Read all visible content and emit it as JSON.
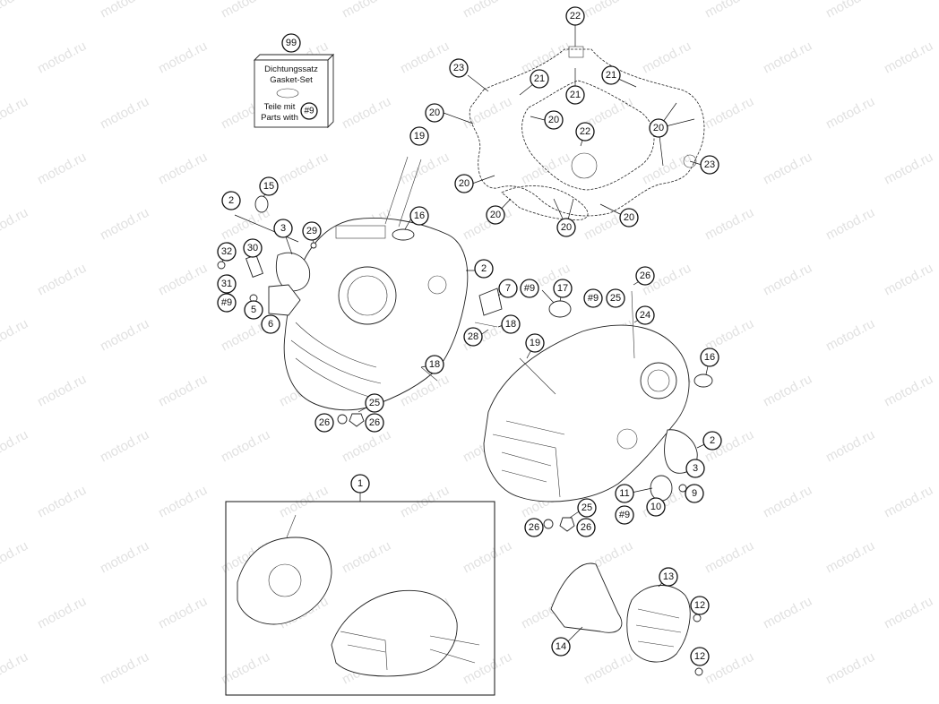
{
  "watermark": "motod.ru",
  "gasket_kit": {
    "number": "99",
    "line1": "Dichtungssatz",
    "line2": "Gasket-Set",
    "line3": "Teile mit",
    "line4": "Parts with",
    "ref": "#9"
  },
  "callouts": [
    {
      "id": "c-22-top",
      "label": "22"
    },
    {
      "id": "c-23-left",
      "label": "23"
    },
    {
      "id": "c-21-a",
      "label": "21"
    },
    {
      "id": "c-21-b",
      "label": "21"
    },
    {
      "id": "c-21-c",
      "label": "21"
    },
    {
      "id": "c-20-a",
      "label": "20"
    },
    {
      "id": "c-20-b",
      "label": "20"
    },
    {
      "id": "c-22-mid",
      "label": "22"
    },
    {
      "id": "c-20-c",
      "label": "20"
    },
    {
      "id": "c-23-right",
      "label": "23"
    },
    {
      "id": "c-19-top",
      "label": "19"
    },
    {
      "id": "c-20-d",
      "label": "20"
    },
    {
      "id": "c-20-e",
      "label": "20"
    },
    {
      "id": "c-20-f",
      "label": "20"
    },
    {
      "id": "c-20-g",
      "label": "20"
    },
    {
      "id": "c-2-left",
      "label": "2"
    },
    {
      "id": "c-15",
      "label": "15"
    },
    {
      "id": "c-16-left",
      "label": "16"
    },
    {
      "id": "c-3-left",
      "label": "3"
    },
    {
      "id": "c-29",
      "label": "29"
    },
    {
      "id": "c-32",
      "label": "32"
    },
    {
      "id": "c-30",
      "label": "30"
    },
    {
      "id": "c-31",
      "label": "31"
    },
    {
      "id": "c-9ref-left",
      "label": "#9"
    },
    {
      "id": "c-5",
      "label": "5"
    },
    {
      "id": "c-6",
      "label": "6"
    },
    {
      "id": "c-2-mid",
      "label": "2"
    },
    {
      "id": "c-7",
      "label": "7"
    },
    {
      "id": "c-9ref-mid",
      "label": "#9"
    },
    {
      "id": "c-17",
      "label": "17"
    },
    {
      "id": "c-9ref-right",
      "label": "#9"
    },
    {
      "id": "c-25-top",
      "label": "25"
    },
    {
      "id": "c-26-top",
      "label": "26"
    },
    {
      "id": "c-24",
      "label": "24"
    },
    {
      "id": "c-18-a",
      "label": "18"
    },
    {
      "id": "c-28",
      "label": "28"
    },
    {
      "id": "c-19-mid",
      "label": "19"
    },
    {
      "id": "c-16-right",
      "label": "16"
    },
    {
      "id": "c-18-b",
      "label": "18"
    },
    {
      "id": "c-25-left",
      "label": "25"
    },
    {
      "id": "c-26-left-a",
      "label": "26"
    },
    {
      "id": "c-26-left-b",
      "label": "26"
    },
    {
      "id": "c-2-right",
      "label": "2"
    },
    {
      "id": "c-3-right",
      "label": "3"
    },
    {
      "id": "c-1",
      "label": "1"
    },
    {
      "id": "c-11",
      "label": "11"
    },
    {
      "id": "c-9",
      "label": "9"
    },
    {
      "id": "c-10",
      "label": "10"
    },
    {
      "id": "c-9ref-bottom",
      "label": "#9"
    },
    {
      "id": "c-25-bottom",
      "label": "25"
    },
    {
      "id": "c-26-bottom-a",
      "label": "26"
    },
    {
      "id": "c-26-bottom-b",
      "label": "26"
    },
    {
      "id": "c-13",
      "label": "13"
    },
    {
      "id": "c-12-top",
      "label": "12"
    },
    {
      "id": "c-14",
      "label": "14"
    },
    {
      "id": "c-12-bottom",
      "label": "12"
    }
  ]
}
